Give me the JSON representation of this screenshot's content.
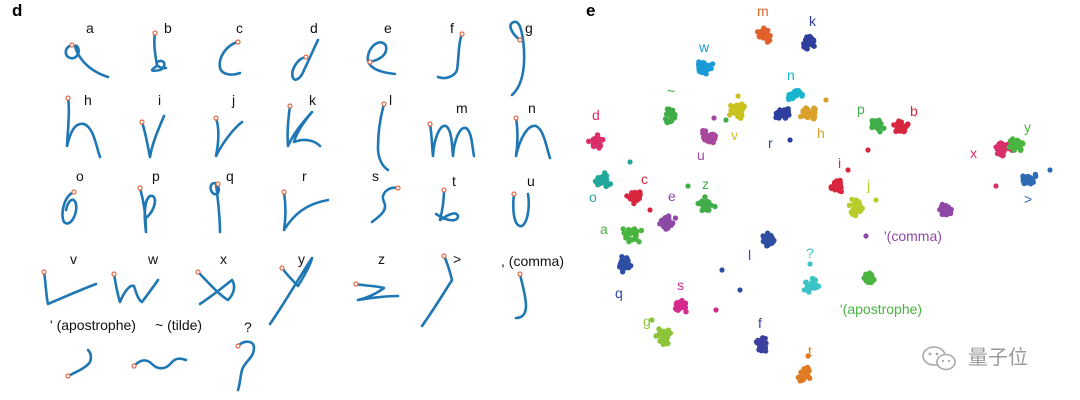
{
  "panels": {
    "left_label": "d",
    "right_label": "e"
  },
  "glyphs": {
    "a": "a",
    "b": "b",
    "c": "c",
    "d": "d",
    "e": "e",
    "f": "f",
    "g": "g",
    "h": "h",
    "i": "i",
    "j": "j",
    "k": "k",
    "l": "l",
    "m": "m",
    "n": "n",
    "o": "o",
    "p": "p",
    "q": "q",
    "r": "r",
    "s": "s",
    "t": "t",
    "u": "u",
    "v": "v",
    "w": "w",
    "x": "x",
    "y": "y",
    "z": "z",
    "gt": ">",
    "comma": ", (comma)",
    "apostrophe": "' (apostrophe)",
    "tilde": "~ (tilde)",
    "question": "?"
  },
  "clusters": [
    {
      "label": "m",
      "color": "#e0622a"
    },
    {
      "label": "k",
      "color": "#2e3f9e"
    },
    {
      "label": "w",
      "color": "#1a9ad6"
    },
    {
      "label": "~",
      "color": "#3fae49"
    },
    {
      "label": "v",
      "color": "#c9c21e"
    },
    {
      "label": "u",
      "color": "#a8479e"
    },
    {
      "label": "n",
      "color": "#19b5cf"
    },
    {
      "label": "r",
      "color": "#2e3f9e"
    },
    {
      "label": "h",
      "color": "#d9a129"
    },
    {
      "label": "p",
      "color": "#3fae49"
    },
    {
      "label": "b",
      "color": "#d7263d"
    },
    {
      "label": "d",
      "color": "#d92f6b"
    },
    {
      "label": "i",
      "color": "#d7263d"
    },
    {
      "label": "j",
      "color": "#b7cc2a"
    },
    {
      "label": "c",
      "color": "#d7263d"
    },
    {
      "label": "o",
      "color": "#22a89a"
    },
    {
      "label": "e",
      "color": "#8e49a6"
    },
    {
      "label": "z",
      "color": "#3fae49"
    },
    {
      "label": "a",
      "color": "#49b43f"
    },
    {
      "label": "q",
      "color": "#2e4ea3"
    },
    {
      "label": "l",
      "color": "#2e4ea3"
    },
    {
      "label": "?",
      "color": "#3cc3c6"
    },
    {
      "label": "s",
      "color": "#d42a8e"
    },
    {
      "label": "'(apostrophe)",
      "color": "#49b43f"
    },
    {
      "label": "g",
      "color": "#8cc43a"
    },
    {
      "label": "f",
      "color": "#3b3f9e"
    },
    {
      "label": "t",
      "color": "#e07b22"
    },
    {
      "label": "'(comma)",
      "color": "#8e49a6"
    },
    {
      "label": "x",
      "color": "#d92f6b"
    },
    {
      "label": "y",
      "color": "#49b43f"
    },
    {
      "label": ">",
      "color": "#2e6bb4"
    }
  ],
  "watermark": {
    "text": "量子位"
  }
}
